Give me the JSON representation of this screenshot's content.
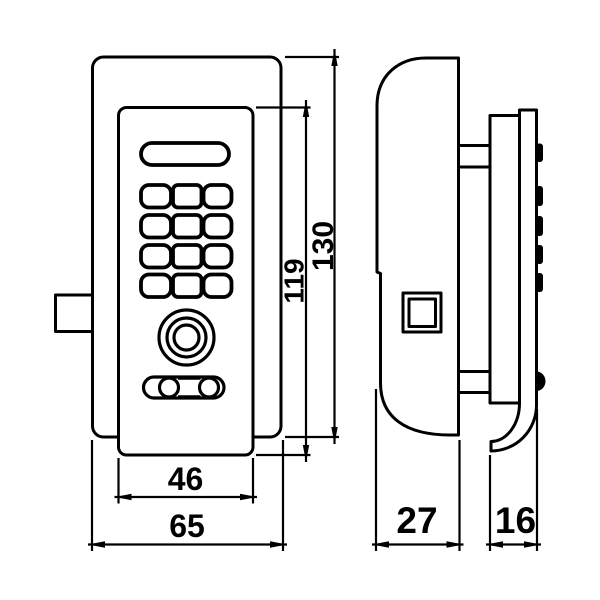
{
  "drawing": {
    "kind": "technical-dimension-drawing",
    "subject": "keypad-door-lock-front-and-side-views"
  },
  "colors": {
    "line_color": "#000000",
    "background": "#ffffff",
    "button_profile_fill": "#000000"
  },
  "dimensions": {
    "inner_panel_width": "46",
    "outer_plate_width": "65",
    "body_depth": "27",
    "keypad_plate_depth": "16",
    "inner_panel_height": "119",
    "outer_plate_height": "130"
  }
}
